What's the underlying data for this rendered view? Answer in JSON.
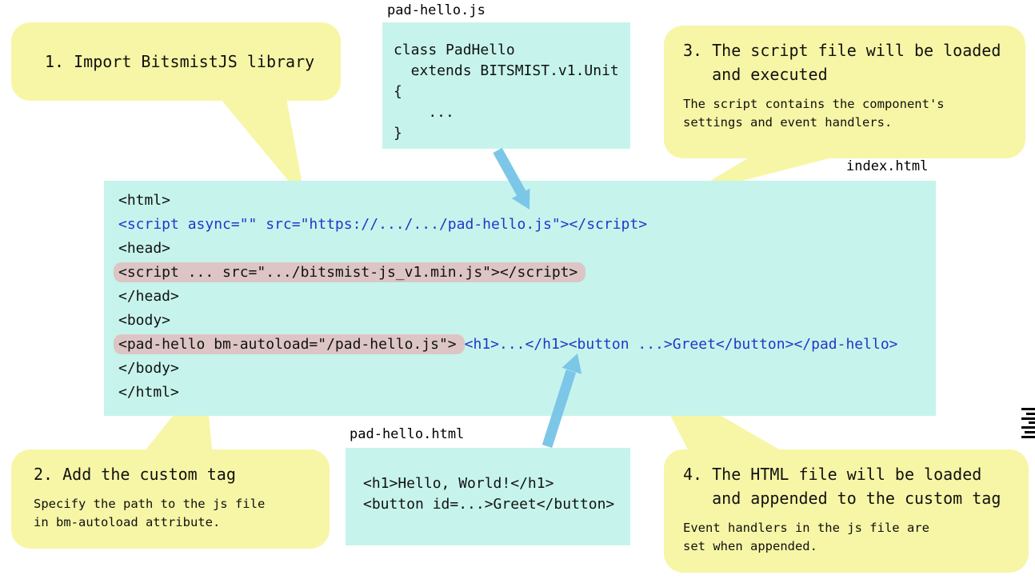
{
  "labels": {
    "pad_hello_js": "pad-hello.js",
    "index_html": "index.html",
    "pad_hello_html": "pad-hello.html"
  },
  "callouts": {
    "c1": {
      "heading": "1. Import BitsmistJS library"
    },
    "c2": {
      "heading": "2. Add the custom tag",
      "body": "Specify the path to the js file\nin bm-autoload attribute."
    },
    "c3": {
      "heading": "3. The script file will be loaded\n   and executed",
      "body": "The script contains the component's\nsettings and event handlers."
    },
    "c4": {
      "heading": "4. The HTML file will be loaded\n   and appended to the custom tag",
      "body": "Event handlers in the js file are\nset when appended."
    }
  },
  "code": {
    "pad_hello_js": "class PadHello\n  extends BITSMIST.v1.Unit\n{\n    ...\n}",
    "pad_hello_html": "<h1>Hello, World!</h1>\n<button id=...>Greet</button>",
    "index_lines": [
      {
        "segments": [
          {
            "text": "<html>",
            "style": "plain"
          }
        ]
      },
      {
        "segments": [
          {
            "text": "<script async=\"\" src=\"https://.../.../pad-hello.js\"></script>",
            "style": "blue"
          }
        ]
      },
      {
        "segments": [
          {
            "text": "<head>",
            "style": "plain"
          }
        ]
      },
      {
        "segments": [
          {
            "text": "<script ... src=\".../bitsmist-js_v1.min.js\"></script>",
            "style": "highlight"
          }
        ]
      },
      {
        "segments": [
          {
            "text": "</head>",
            "style": "plain"
          }
        ]
      },
      {
        "segments": [
          {
            "text": "<body>",
            "style": "plain"
          }
        ]
      },
      {
        "segments": [
          {
            "text": "<pad-hello bm-autoload=\"/pad-hello.js\">",
            "style": "highlight"
          },
          {
            "text": "<h1>...</h1><button ...>Greet</button></pad-hello>",
            "style": "blue"
          }
        ]
      },
      {
        "segments": [
          {
            "text": "</body>",
            "style": "plain"
          }
        ]
      },
      {
        "segments": [
          {
            "text": "</html>",
            "style": "plain"
          }
        ]
      }
    ]
  },
  "colors": {
    "callout_bg": "#f6f6a6",
    "code_bg": "#c6f4ec",
    "highlight_bg": "#ddc5c5",
    "blue_text": "#2336c9",
    "arrow": "#7cc7e8"
  }
}
